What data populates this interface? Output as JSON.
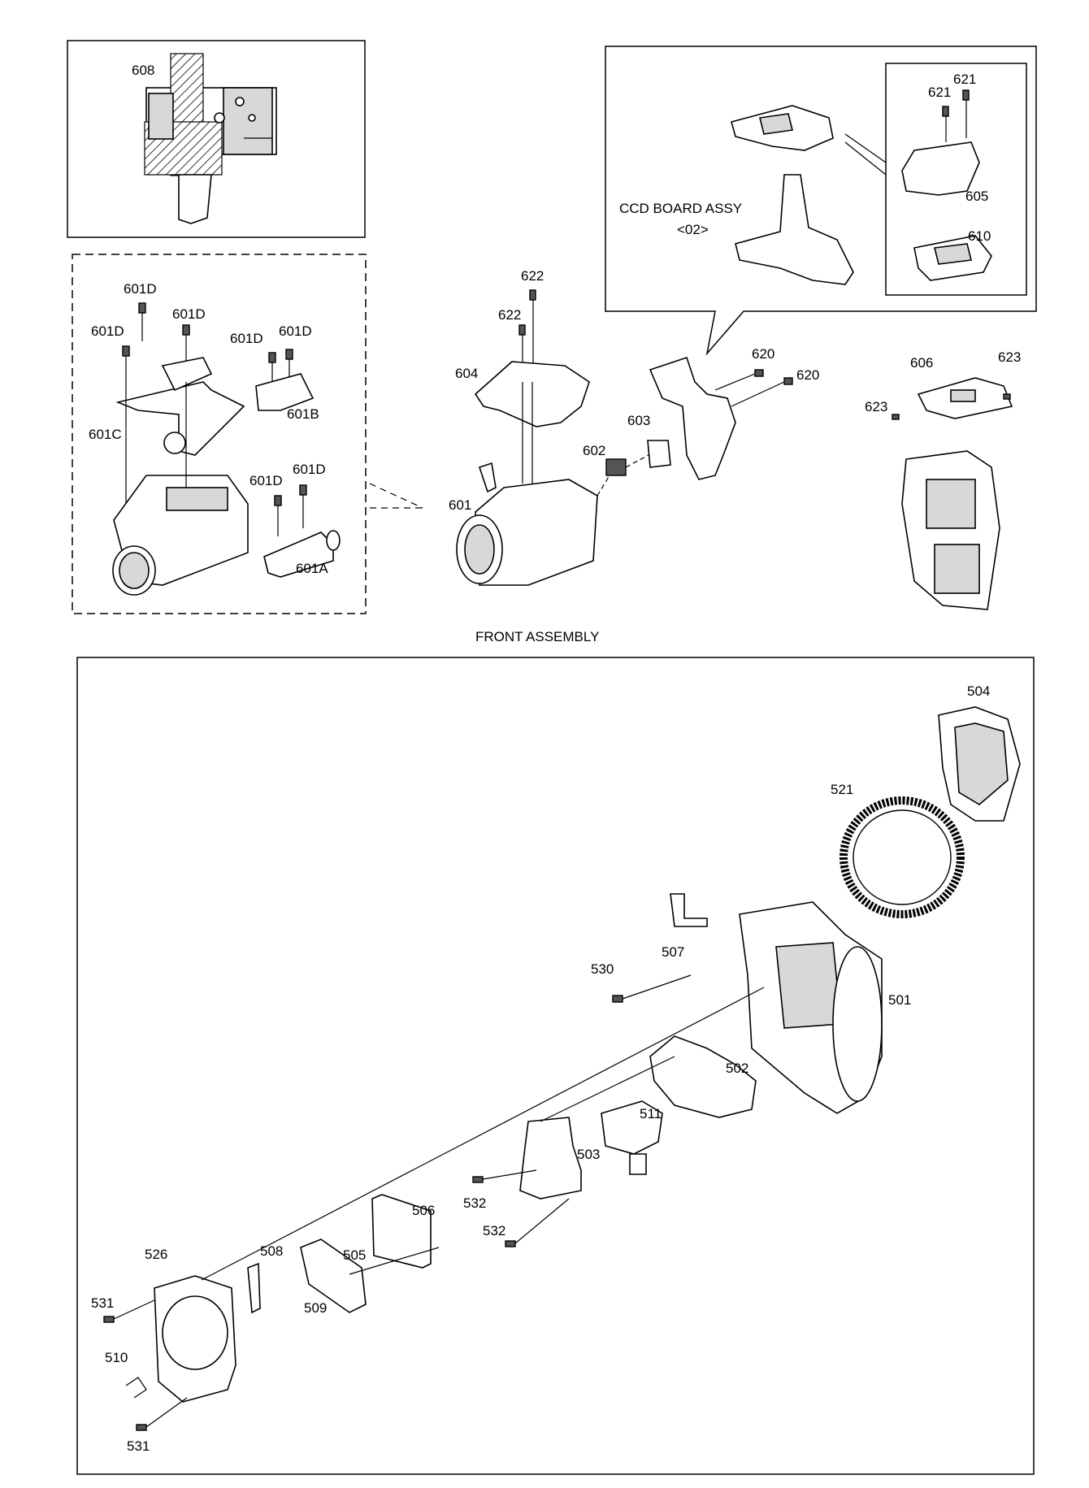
{
  "title": "FRONT ASSEMBLY",
  "callout_title": "CCD BOARD ASSY",
  "callout_ref": "<02>",
  "parts": {
    "p608": "608",
    "p601D": "601D",
    "p601C": "601C",
    "p601B": "601B",
    "p601A": "601A",
    "p601": "601",
    "p602": "602",
    "p603": "603",
    "p604": "604",
    "p605": "605",
    "p606": "606",
    "p610": "610",
    "p620": "620",
    "p621": "621",
    "p622": "622",
    "p623": "623",
    "p501": "501",
    "p502": "502",
    "p503": "503",
    "p504": "504",
    "p505": "505",
    "p506": "506",
    "p507": "507",
    "p508": "508",
    "p509": "509",
    "p510": "510",
    "p511": "511",
    "p521": "521",
    "p526": "526",
    "p530": "530",
    "p531": "531",
    "p532": "532"
  }
}
